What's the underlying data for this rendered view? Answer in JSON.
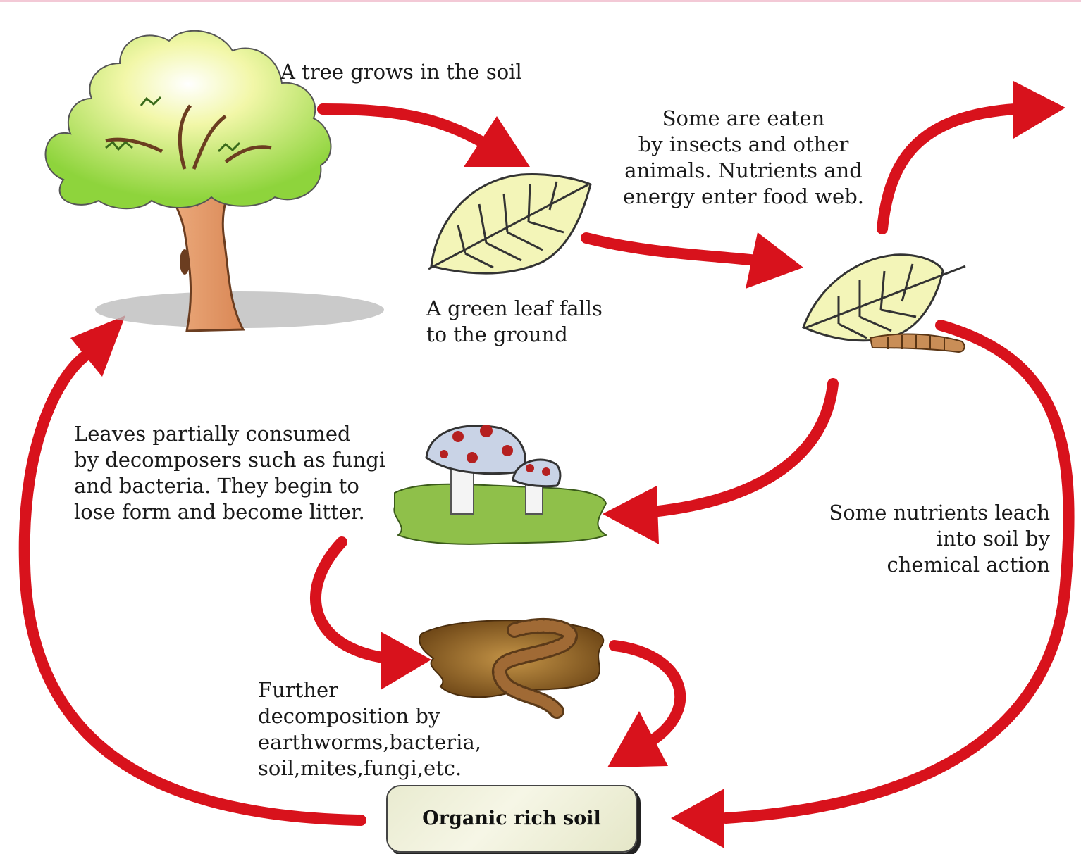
{
  "colors": {
    "arrow": "#d8121c",
    "tree_leaves": "#9fd84a",
    "trunk": "#e8a06f",
    "leaf": "#f3f5b8",
    "mushroom_cap": "#c9d3e6",
    "mushroom_spot": "#b52020",
    "moss": "#8fc04a",
    "soil": "#8a5a1e"
  },
  "labels": {
    "tree": [
      "A tree grows in the soil"
    ],
    "eaten": [
      "Some are eaten",
      "by insects and other",
      "animals. Nutrients and",
      "energy enter food web."
    ],
    "green_leaf": [
      "A green leaf falls",
      "to the ground"
    ],
    "decomposers": [
      "Leaves partially consumed",
      "by decomposers such as fungi",
      "and bacteria. They begin to",
      "lose form and become litter."
    ],
    "leach": [
      "Some nutrients leach",
      "into soil by",
      "chemical action"
    ],
    "further": [
      "Further",
      "decomposition by",
      "earthworms,bacteria,",
      "soil,mites,fungi,etc."
    ],
    "soil": "Organic rich soil"
  },
  "icons": [
    "tree-icon",
    "green-leaf-icon",
    "eaten-leaf-icon",
    "caterpillar-icon",
    "mushroom-icon",
    "earthworm-icon"
  ]
}
